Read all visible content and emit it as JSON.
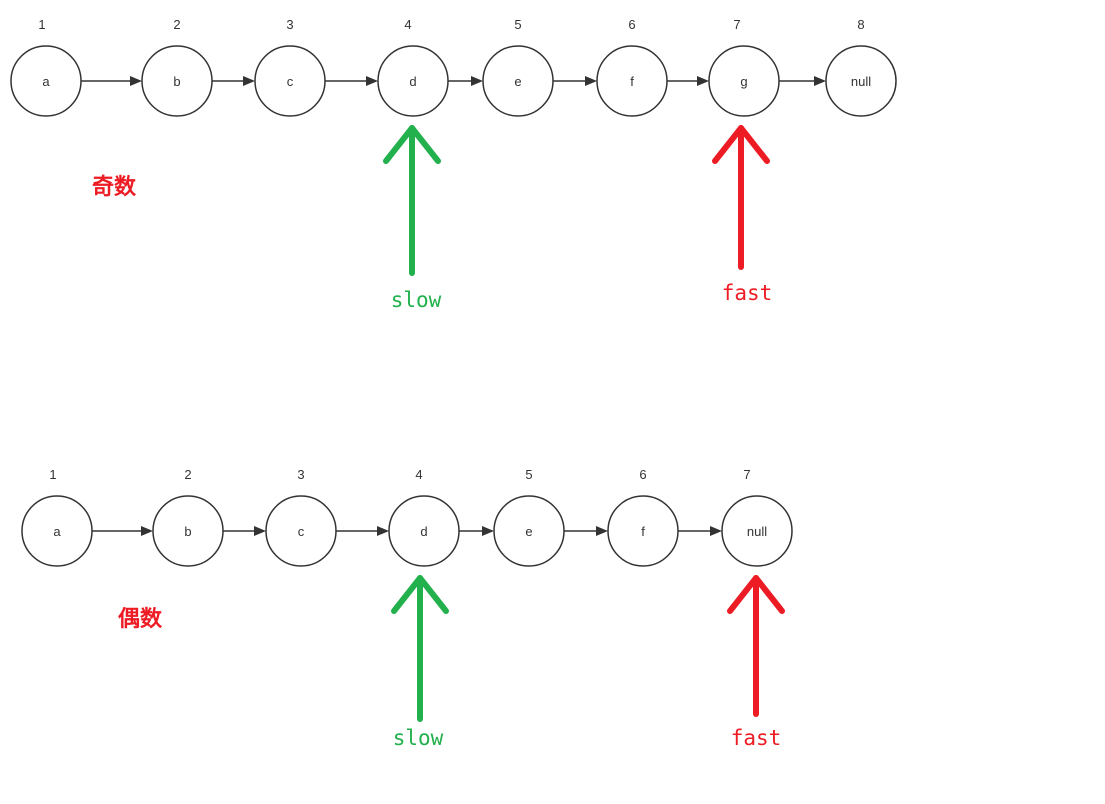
{
  "colors": {
    "slow": "#22b14c",
    "fast": "#ed1c24",
    "node_stroke": "#333333"
  },
  "diagrams": [
    {
      "section_label": "奇数",
      "nodes": [
        {
          "index": "1",
          "value": "a"
        },
        {
          "index": "2",
          "value": "b"
        },
        {
          "index": "3",
          "value": "c"
        },
        {
          "index": "4",
          "value": "d"
        },
        {
          "index": "5",
          "value": "e"
        },
        {
          "index": "6",
          "value": "f"
        },
        {
          "index": "7",
          "value": "g"
        },
        {
          "index": "8",
          "value": "null"
        }
      ],
      "slow": {
        "label": "slow",
        "target_node": 3
      },
      "fast": {
        "label": "fast",
        "target_node": 6
      }
    },
    {
      "section_label": "偶数",
      "nodes": [
        {
          "index": "1",
          "value": "a"
        },
        {
          "index": "2",
          "value": "b"
        },
        {
          "index": "3",
          "value": "c"
        },
        {
          "index": "4",
          "value": "d"
        },
        {
          "index": "5",
          "value": "e"
        },
        {
          "index": "6",
          "value": "f"
        },
        {
          "index": "7",
          "value": "null"
        }
      ],
      "slow": {
        "label": "slow",
        "target_node": 3
      },
      "fast": {
        "label": "fast",
        "target_node": 6
      }
    }
  ]
}
